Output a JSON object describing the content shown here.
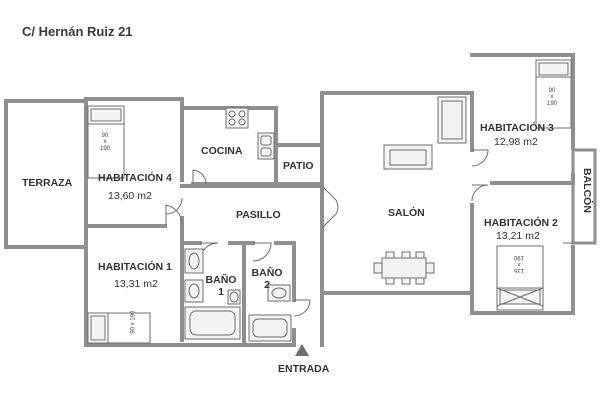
{
  "title": "C/ Hernán Ruiz 21",
  "colors": {
    "wall": "#8f8f8f",
    "line": "#6d6d6d",
    "fixture": "#f4f4f4"
  },
  "rooms": {
    "terraza": {
      "name": "TERRAZA"
    },
    "habitacion4": {
      "name": "HABITACIÓN 4",
      "area": "13,60 m2"
    },
    "cocina": {
      "name": "COCINA"
    },
    "patio": {
      "name": "PATIO"
    },
    "pasillo": {
      "name": "PASILLO"
    },
    "salon": {
      "name": "SALÓN"
    },
    "habitacion3": {
      "name": "HABITACIÓN 3",
      "area": "12,98 m2"
    },
    "balcon": {
      "name": "BALCÓN"
    },
    "habitacion2": {
      "name": "HABITACIÓN 2",
      "area": "13,21 m2"
    },
    "habitacion1": {
      "name": "HABITACIÓN 1",
      "area": "13,31 m2"
    },
    "bano1": {
      "name": "BAÑO",
      "number": "1"
    },
    "bano2": {
      "name": "BAÑO",
      "number": "2"
    }
  },
  "entrance": {
    "label": "ENTRADA"
  },
  "beds": [
    {
      "room": "habitacion4",
      "width": "90",
      "x": "x",
      "length": "190"
    },
    {
      "room": "habitacion3",
      "width": "90",
      "x": "x",
      "length": "190"
    },
    {
      "room": "habitacion2",
      "width": "135",
      "x": "x",
      "length": "190"
    },
    {
      "room": "habitacion1",
      "width": "90",
      "x": "x",
      "length": "190"
    }
  ]
}
